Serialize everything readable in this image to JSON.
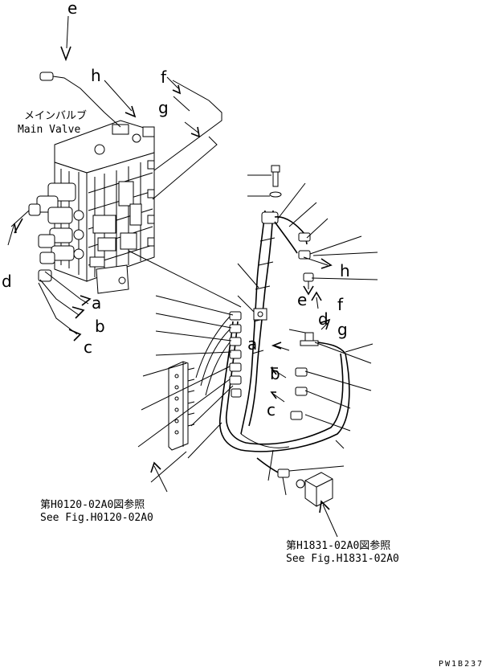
{
  "main_valve": {
    "jp": "メインバルブ",
    "en": "Main Valve"
  },
  "refs": {
    "left": {
      "jp": "第H0120-02A0図参照",
      "en": "See Fig.H0120-02A0"
    },
    "right": {
      "jp": "第H1831-02A0図参照",
      "en": "See Fig.H1831-02A0"
    }
  },
  "callouts": {
    "e1": "e",
    "h1": "h",
    "f1": "f",
    "g1": "g",
    "d1": "d",
    "a1": "a",
    "b1": "b",
    "c1": "c",
    "h2": "h",
    "e2": "e",
    "f2": "f",
    "d2": "d",
    "g2": "g",
    "a2": "a",
    "b2": "b",
    "c2": "c"
  },
  "drawing_code": "PW1B237"
}
